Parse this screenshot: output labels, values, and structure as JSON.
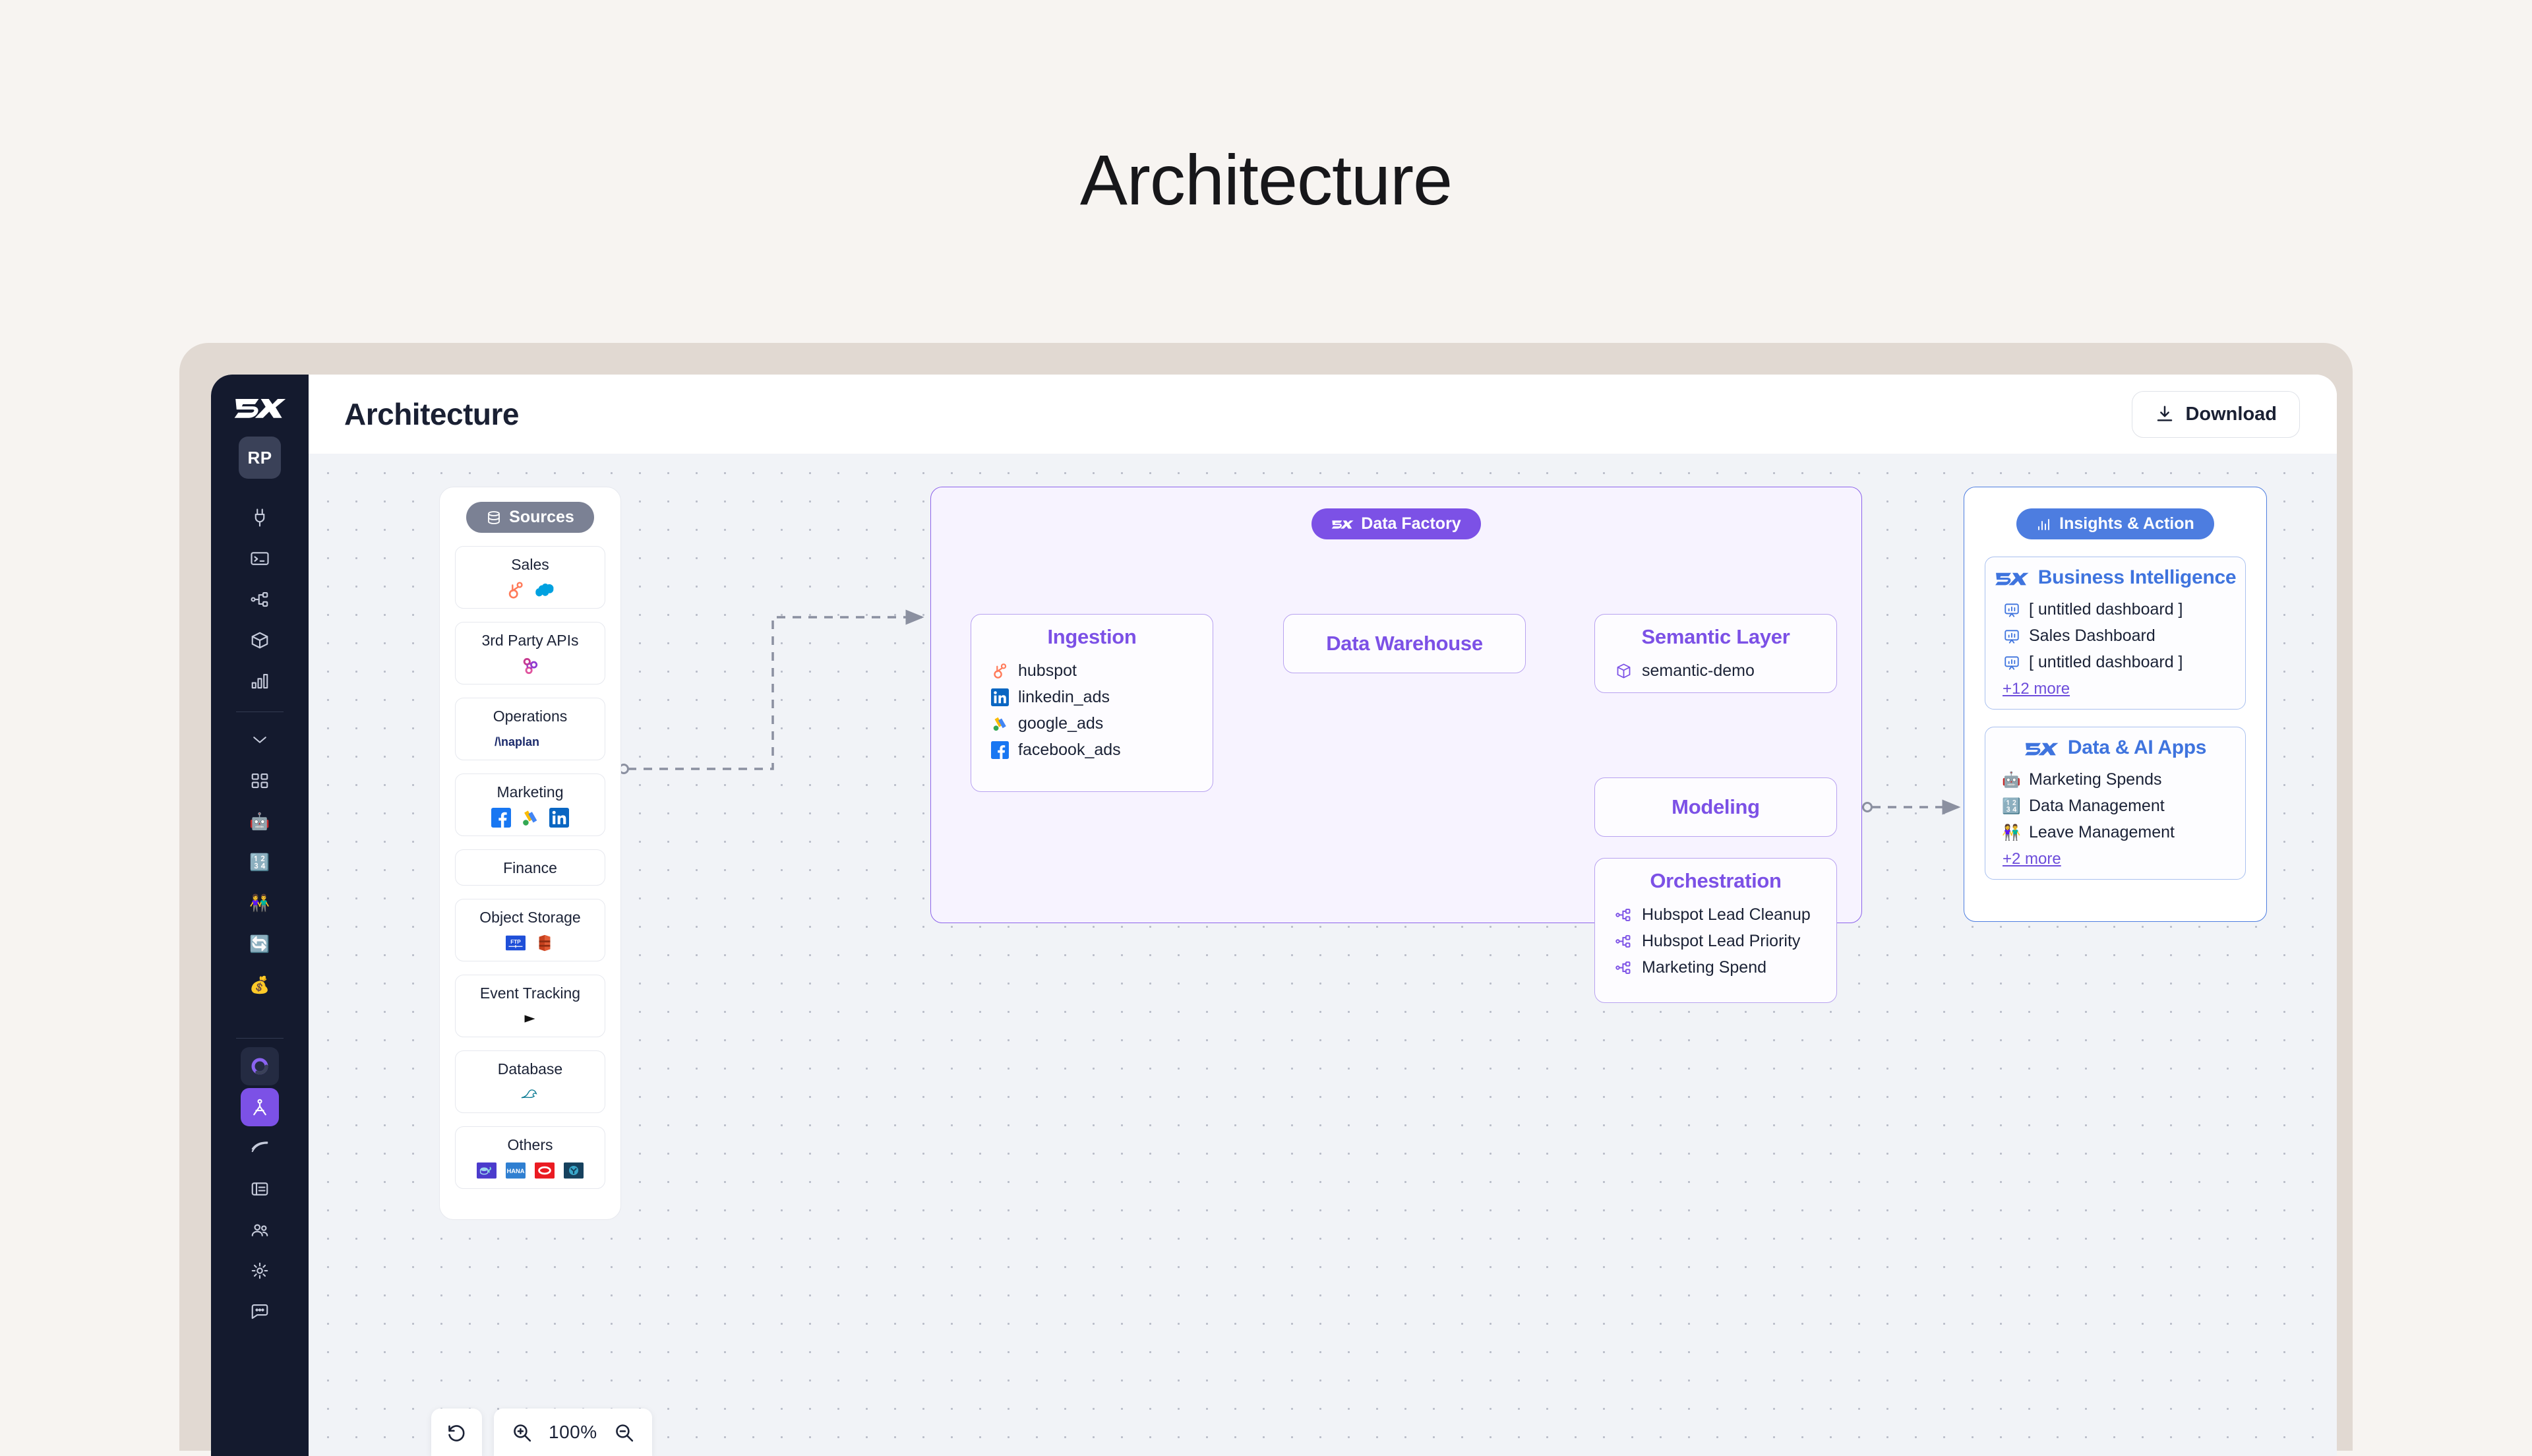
{
  "page": {
    "title": "Architecture"
  },
  "app": {
    "logo": "5x-logo",
    "avatar_initials": "RP",
    "header_title": "Architecture",
    "download_label": "Download"
  },
  "sidebar": {
    "items": [
      {
        "name": "plug-icon",
        "label": "Connectors"
      },
      {
        "name": "terminal-icon",
        "label": "Terminal"
      },
      {
        "name": "orchestration-icon",
        "label": "Orchestration"
      },
      {
        "name": "cube-icon",
        "label": "Modeling"
      },
      {
        "name": "bar-chart-icon",
        "label": "Analytics"
      },
      {
        "name": "chevron-down-icon",
        "label": "More"
      },
      {
        "name": "grid-icon",
        "label": "Apps"
      },
      {
        "name": "robot-emoji",
        "label": "Marketing Spends",
        "glyph": "🤖"
      },
      {
        "name": "input-numbers-emoji",
        "label": "Data Management",
        "glyph": "🔢"
      },
      {
        "name": "people-emoji",
        "label": "Leave Management",
        "glyph": "👫"
      },
      {
        "name": "sync-emoji",
        "label": "Sync",
        "glyph": "🔄"
      },
      {
        "name": "money-emoji",
        "label": "Finance",
        "glyph": "💰"
      },
      {
        "name": "copilot-icon",
        "label": "Copilot"
      },
      {
        "name": "architecture-icon",
        "label": "Architecture",
        "active": true
      },
      {
        "name": "pipeline-icon",
        "label": "Pipelines"
      },
      {
        "name": "docs-icon",
        "label": "Docs"
      },
      {
        "name": "team-icon",
        "label": "Team"
      },
      {
        "name": "settings-icon",
        "label": "Settings"
      },
      {
        "name": "chat-icon",
        "label": "Support"
      }
    ]
  },
  "canvas": {
    "sources": {
      "badge_label": "Sources",
      "badge_icon": "database-icon",
      "badge_color": "#7b8194",
      "cards": [
        {
          "title": "Sales",
          "logos": [
            "hubspot",
            "salesforce"
          ]
        },
        {
          "title": "3rd Party APIs",
          "logos": [
            "webhook"
          ]
        },
        {
          "title": "Operations",
          "logos": [
            "anaplan"
          ]
        },
        {
          "title": "Marketing",
          "logos": [
            "facebook",
            "google-ads",
            "linkedin"
          ]
        },
        {
          "title": "Finance",
          "logos": []
        },
        {
          "title": "Object Storage",
          "logos": [
            "ftp",
            "aws-s3"
          ]
        },
        {
          "title": "Event Tracking",
          "logos": [
            "mixpanel"
          ]
        },
        {
          "title": "Database",
          "logos": [
            "mysql"
          ]
        },
        {
          "title": "Others",
          "logos": [
            "sap",
            "hana",
            "oracle",
            "yellowbrick"
          ]
        }
      ]
    },
    "data_factory": {
      "badge_label": "Data Factory",
      "badge_icon": "5x-logo",
      "badge_color": "#7c51e6",
      "nodes": {
        "ingestion": {
          "title": "Ingestion",
          "items": [
            {
              "icon": "hubspot-icon",
              "label": "hubspot"
            },
            {
              "icon": "linkedin-icon",
              "label": "linkedin_ads"
            },
            {
              "icon": "google-ads-icon",
              "label": "google_ads"
            },
            {
              "icon": "facebook-icon",
              "label": "facebook_ads"
            }
          ]
        },
        "warehouse": {
          "title": "Data Warehouse",
          "items": []
        },
        "semantic": {
          "title": "Semantic Layer",
          "items": [
            {
              "icon": "cube-icon",
              "label": "semantic-demo"
            }
          ]
        },
        "modeling": {
          "title": "Modeling",
          "items": []
        },
        "orchestration": {
          "title": "Orchestration",
          "items": [
            {
              "icon": "workflow-icon",
              "label": "Hubspot Lead Cleanup"
            },
            {
              "icon": "workflow-icon",
              "label": "Hubspot Lead Priority"
            },
            {
              "icon": "workflow-icon",
              "label": "Marketing Spend"
            }
          ]
        }
      }
    },
    "insights": {
      "badge_label": "Insights & Action",
      "badge_icon": "bar-chart-icon",
      "badge_color": "#4d7de0",
      "cards": [
        {
          "title": "Business Intelligence",
          "logo": "5x-logo",
          "items": [
            {
              "icon": "dashboard-icon",
              "label": "[ untitled dashboard ]"
            },
            {
              "icon": "dashboard-icon",
              "label": "Sales Dashboard"
            },
            {
              "icon": "dashboard-icon",
              "label": "[ untitled dashboard ]"
            }
          ],
          "more_label": "+12 more"
        },
        {
          "title": "Data & AI Apps",
          "logo": "5x-logo",
          "items": [
            {
              "icon": "robot-emoji",
              "glyph": "🤖",
              "label": "Marketing Spends"
            },
            {
              "icon": "input-numbers-emoji",
              "glyph": "🔢",
              "label": "Data Management"
            },
            {
              "icon": "people-emoji",
              "glyph": "👫",
              "label": "Leave Management"
            }
          ],
          "more_label": "+2 more"
        }
      ]
    }
  },
  "toolbar": {
    "reset_icon": "undo-icon",
    "zoom_in_icon": "zoom-in-icon",
    "zoom_out_icon": "zoom-out-icon",
    "zoom_level": "100%"
  },
  "colors": {
    "accent_purple": "#7c51e6",
    "accent_blue": "#4d7de0",
    "sources_grey": "#7b8194",
    "sidebar_bg": "#141a2e",
    "canvas_bg": "#f1f3f7",
    "frame_beige": "#e1d9d2",
    "page_bg": "#f7f4f1"
  }
}
